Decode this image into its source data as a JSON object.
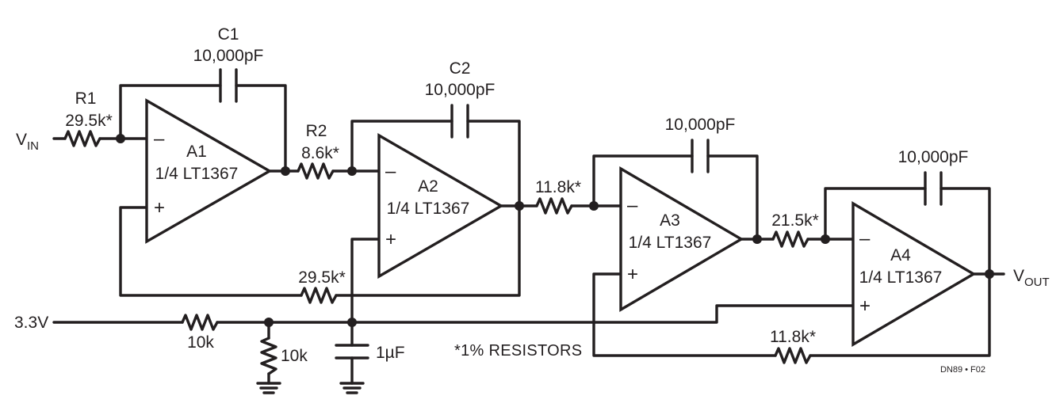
{
  "labels": {
    "vin": "V",
    "vin_sub": "IN",
    "vout": "V",
    "vout_sub": "OUT",
    "supply": "3.3V",
    "footnote": "*1% RESISTORS",
    "figure_id": "DN89 • F02"
  },
  "components": {
    "R1": {
      "name": "R1",
      "value": "29.5k*"
    },
    "R2": {
      "name": "R2",
      "value": "8.6k*"
    },
    "R_fb_a1": {
      "value": "29.5k*"
    },
    "R_a2_a3": {
      "value": "11.8k*"
    },
    "R_a3_a4": {
      "value": "21.5k*"
    },
    "R_fb_a3": {
      "value": "11.8k*"
    },
    "R_div_top": {
      "value": "10k"
    },
    "R_div_bot": {
      "value": "10k"
    },
    "C1": {
      "name": "C1",
      "value": "10,000pF"
    },
    "C2": {
      "name": "C2",
      "value": "10,000pF"
    },
    "C3": {
      "value": "10,000pF"
    },
    "C4": {
      "value": "10,000pF"
    },
    "C_bypass": {
      "value": "1µF"
    }
  },
  "amplifiers": [
    {
      "name": "A1",
      "part": "1/4 LT1367",
      "minus": "–",
      "plus": "+"
    },
    {
      "name": "A2",
      "part": "1/4 LT1367",
      "minus": "–",
      "plus": "+"
    },
    {
      "name": "A3",
      "part": "1/4 LT1367",
      "minus": "–",
      "plus": "+"
    },
    {
      "name": "A4",
      "part": "1/4 LT1367",
      "minus": "–",
      "plus": "+"
    }
  ]
}
